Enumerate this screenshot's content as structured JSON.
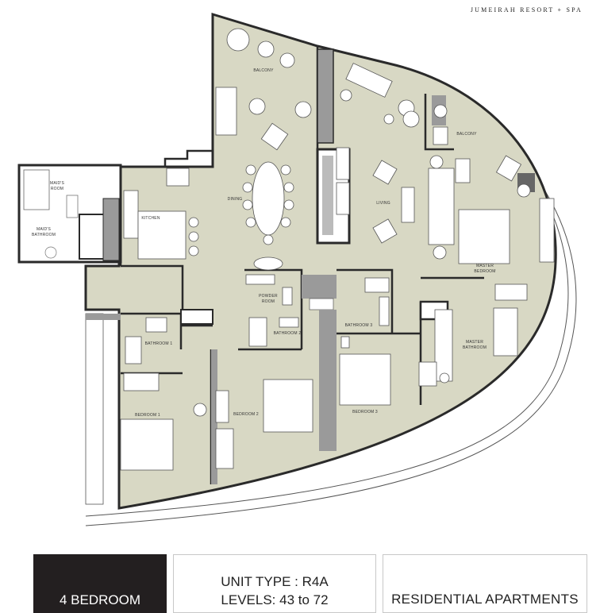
{
  "brand": "JUMEIRAH RESORT + SPA",
  "rooms": {
    "balcony_left": "BALCONY",
    "balcony_right": "BALCONY",
    "maids_room_1": "MAID'S",
    "maids_room_2": "ROOM",
    "maids_bath_1": "MAID'S",
    "maids_bath_2": "BATHROOM",
    "dining": "DINING",
    "kitchen": "KITCHEN",
    "living": "LIVING",
    "master_bedroom_1": "MASTER",
    "master_bedroom_2": "BEDROOM",
    "powder_1": "POWDER",
    "powder_2": "ROOM",
    "bathroom_1": "BATHROOM 1",
    "bathroom_2": "BATHROOM 2",
    "bathroom_3": "BATHROOM 3",
    "master_bath_1": "MASTER",
    "master_bath_2": "BATHROOM",
    "bedroom_1": "BEDROOM 1",
    "bedroom_2": "BEDROOM 2",
    "bedroom_3": "BEDROOM 3"
  },
  "footer": {
    "bedrooms": "4 BEDROOM",
    "unit_type": "UNIT TYPE : R4A",
    "levels": "LEVELS: 43 to 72",
    "category": "RESIDENTIAL  APARTMENTS"
  },
  "colors": {
    "floor": "#d8d8c4",
    "wall": "#2a2a2a",
    "core": "#9a9a9a",
    "footer_dark": "#231f20"
  }
}
